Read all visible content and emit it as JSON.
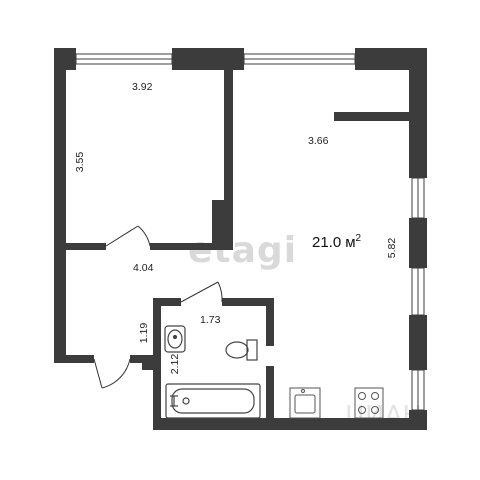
{
  "plan": {
    "total_area_value": "21.0",
    "total_area_unit": "м",
    "total_area_power": "2",
    "dimensions": {
      "room1_width": "3.92",
      "room1_length": "3.55",
      "main_width": "3.66",
      "main_length": "5.82",
      "hall_width": "4.04",
      "hall_depth": "1.19",
      "bath_width": "1.73",
      "bath_depth": "2.12"
    },
    "watermark": "etagi",
    "watermark2": "ЦИАН",
    "colors": {
      "wall": "#3c3c3c",
      "fixture": "#444444",
      "background": "#ffffff"
    }
  }
}
